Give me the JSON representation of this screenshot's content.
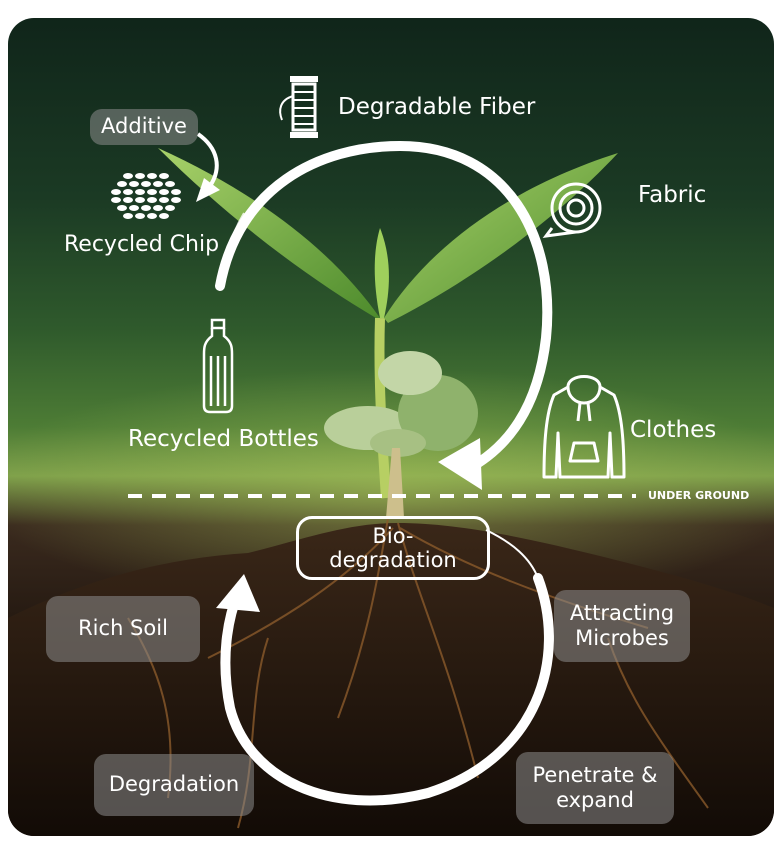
{
  "labels": {
    "degradable_fiber": "Degradable Fiber",
    "fabric": "Fabric",
    "additive": "Additive",
    "recycled_chip": "Recycled Chip",
    "recycled_bottles": "Recycled Bottles",
    "clothes": "Clothes",
    "under_ground": "UNDER GROUND",
    "biodegradation_line1": "Bio-",
    "biodegradation_line2": "degradation",
    "rich_soil": "Rich Soil",
    "attracting_microbes_line1": "Attracting",
    "attracting_microbes_line2": "Microbes",
    "degradation": "Degradation",
    "penetrate_line1": "Penetrate &",
    "penetrate_line2": "expand"
  },
  "icons": {
    "thread_spool": "thread-spool-icon",
    "fabric_roll": "fabric-roll-icon",
    "chip_pellets": "pellets-icon",
    "bottle": "bottle-icon",
    "hoodie": "hoodie-icon"
  },
  "colors": {
    "text": "#ffffff",
    "arrow": "#ffffff",
    "box_fill": "rgba(140,140,140,0.55)"
  }
}
